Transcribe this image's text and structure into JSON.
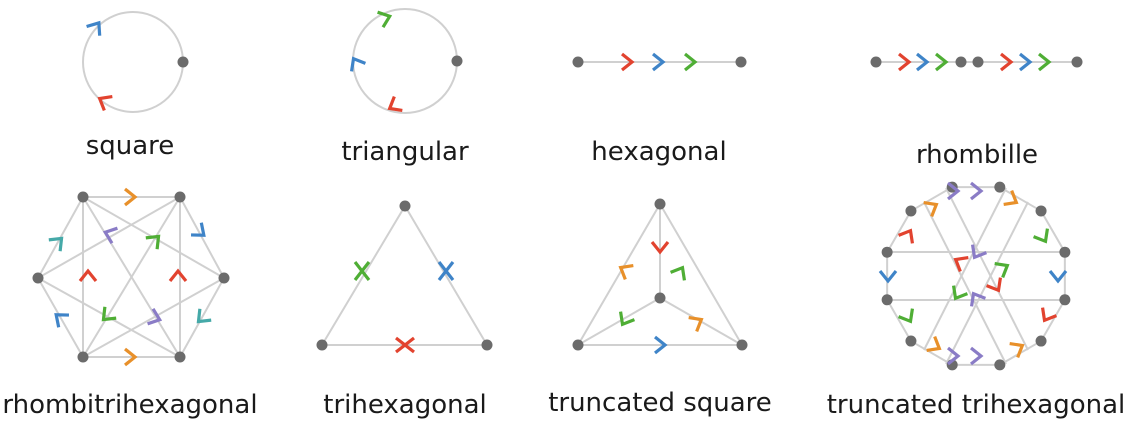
{
  "labels": {
    "square": "square",
    "triangular": "triangular",
    "hexagonal": "hexagonal",
    "rhombille": "rhombille",
    "rhombitrihexagonal": "rhombitrihexagonal",
    "trihexagonal": "trihexagonal",
    "truncated_square": "truncated square",
    "truncated_trihexagonal": "truncated trihexagonal"
  },
  "colors": {
    "red": "#e2432f",
    "blue": "#3f84c8",
    "green": "#4fae35",
    "orange": "#e8902a",
    "purple": "#8a7cc6",
    "teal": "#45a9a8",
    "edge": "#d0d0d0",
    "node": "#6b6b6b"
  }
}
